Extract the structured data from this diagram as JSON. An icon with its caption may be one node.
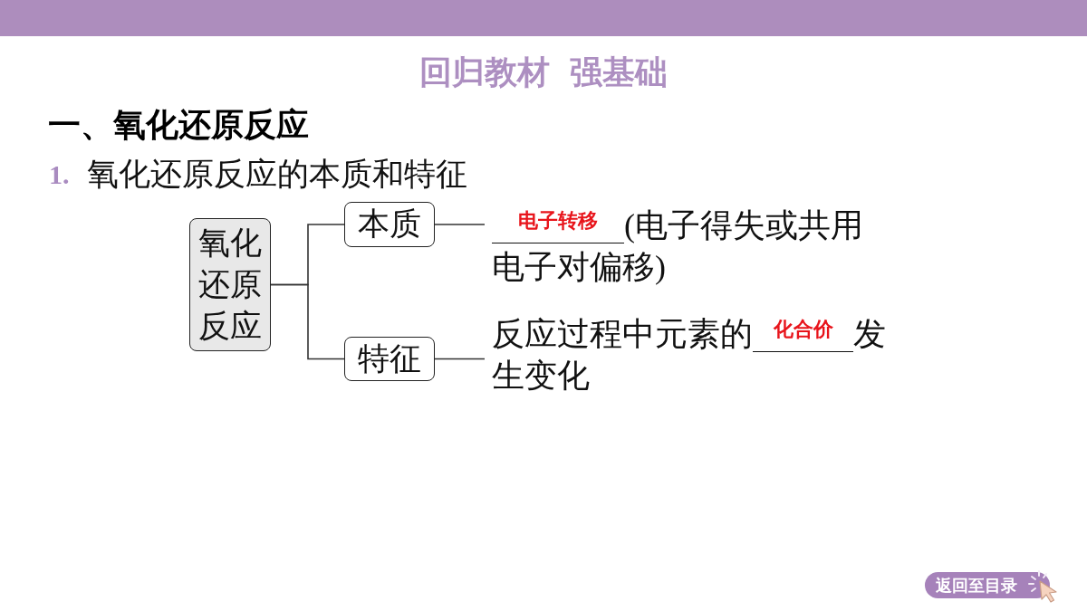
{
  "diagram": {
    "title": "回归教材 强基础",
    "nodes": [
      {
        "text": [
          "氧化还原反应"
        ]
      },
      {
        "text": [
          "本质"
        ]
      },
      {
        "text": [
          "特征"
        ]
      },
      {
        "text": [
          "电子转移",
          "(电子得失或共用电子对偏移)"
        ]
      },
      {
        "text": [
          "反应过程中元素的",
          "化合价",
          "发生变化"
        ]
      }
    ],
    "edges": [
      {
        "from": 0,
        "to": 1,
        "arrow": "none"
      },
      {
        "from": 0,
        "to": 2,
        "arrow": "none"
      },
      {
        "from": 1,
        "to": 3,
        "arrow": "none"
      },
      {
        "from": 2,
        "to": 4,
        "arrow": "none"
      }
    ],
    "labels": [
      "一、氧化还原反应",
      "1.",
      "氧化还原反应的本质和特征",
      "返回至目录"
    ]
  }
}
